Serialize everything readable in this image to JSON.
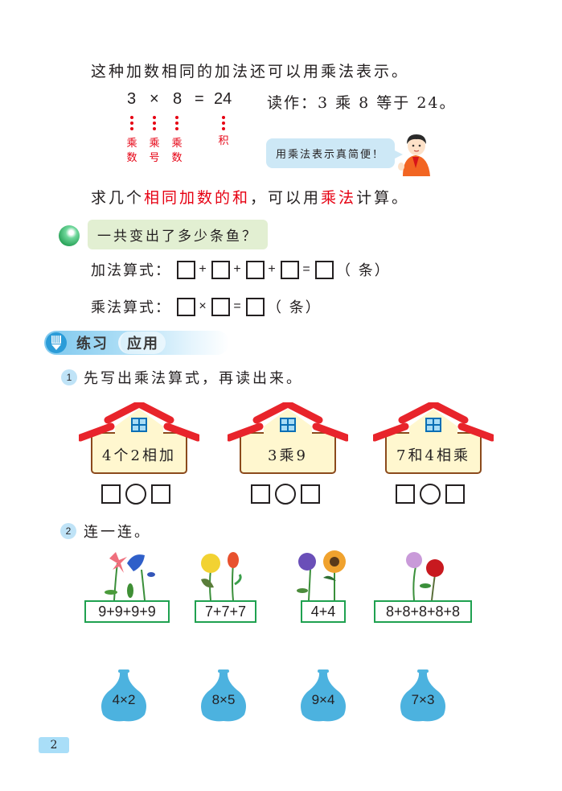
{
  "intro": {
    "line1": "这种加数相同的加法还可以用乘法表示。",
    "equation": {
      "factor1": "3",
      "times": "×",
      "factor2": "8",
      "equals": "=",
      "product": "24",
      "reading": "读作：3 乘 8 等于 24。"
    },
    "labels": {
      "factor1": [
        "乘",
        "数"
      ],
      "sign": [
        "乘",
        "号"
      ],
      "factor2": [
        "乘",
        "数"
      ],
      "product": [
        "积"
      ]
    },
    "bubble": "用乘法表示真简便！",
    "summary": {
      "pre": "求几个",
      "highlight1": "相同加数的和",
      "mid": "，可以用",
      "highlight2": "乘法",
      "post": "计算。"
    },
    "highlight_color": "#e60012"
  },
  "question": {
    "text": "一共变出了多少条鱼？",
    "addition": {
      "label": "加法算式：",
      "ops": [
        "+",
        "+",
        "+",
        "="
      ],
      "unit": "（ 条）"
    },
    "multiplication": {
      "label": "乘法算式：",
      "ops": [
        "×",
        "="
      ],
      "unit": "（ 条）"
    }
  },
  "section": {
    "title1": "练习",
    "title2": "应用",
    "icon": "pencil-icon"
  },
  "exercise1": {
    "number": "1",
    "instruction": "先写出乘法算式，再读出来。",
    "houses": [
      {
        "label": "4个2相加"
      },
      {
        "label": "3乘9"
      },
      {
        "label": "7和4相乘"
      }
    ]
  },
  "exercise2": {
    "number": "2",
    "instruction": "连一连。",
    "flowers": [
      {
        "expr": "9+9+9+9",
        "flowers": [
          "lily",
          "morning-glory"
        ]
      },
      {
        "expr": "7+7+7",
        "flowers": [
          "chrysanthemum",
          "tulip"
        ]
      },
      {
        "expr": "4+4",
        "flowers": [
          "bellflower",
          "sunflower"
        ]
      },
      {
        "expr": "8+8+8+8+8",
        "flowers": [
          "carnation",
          "rose"
        ]
      }
    ],
    "vases": [
      {
        "expr": "4×2"
      },
      {
        "expr": "8×5"
      },
      {
        "expr": "9×4"
      },
      {
        "expr": "7×3"
      }
    ]
  },
  "page_number": "2"
}
